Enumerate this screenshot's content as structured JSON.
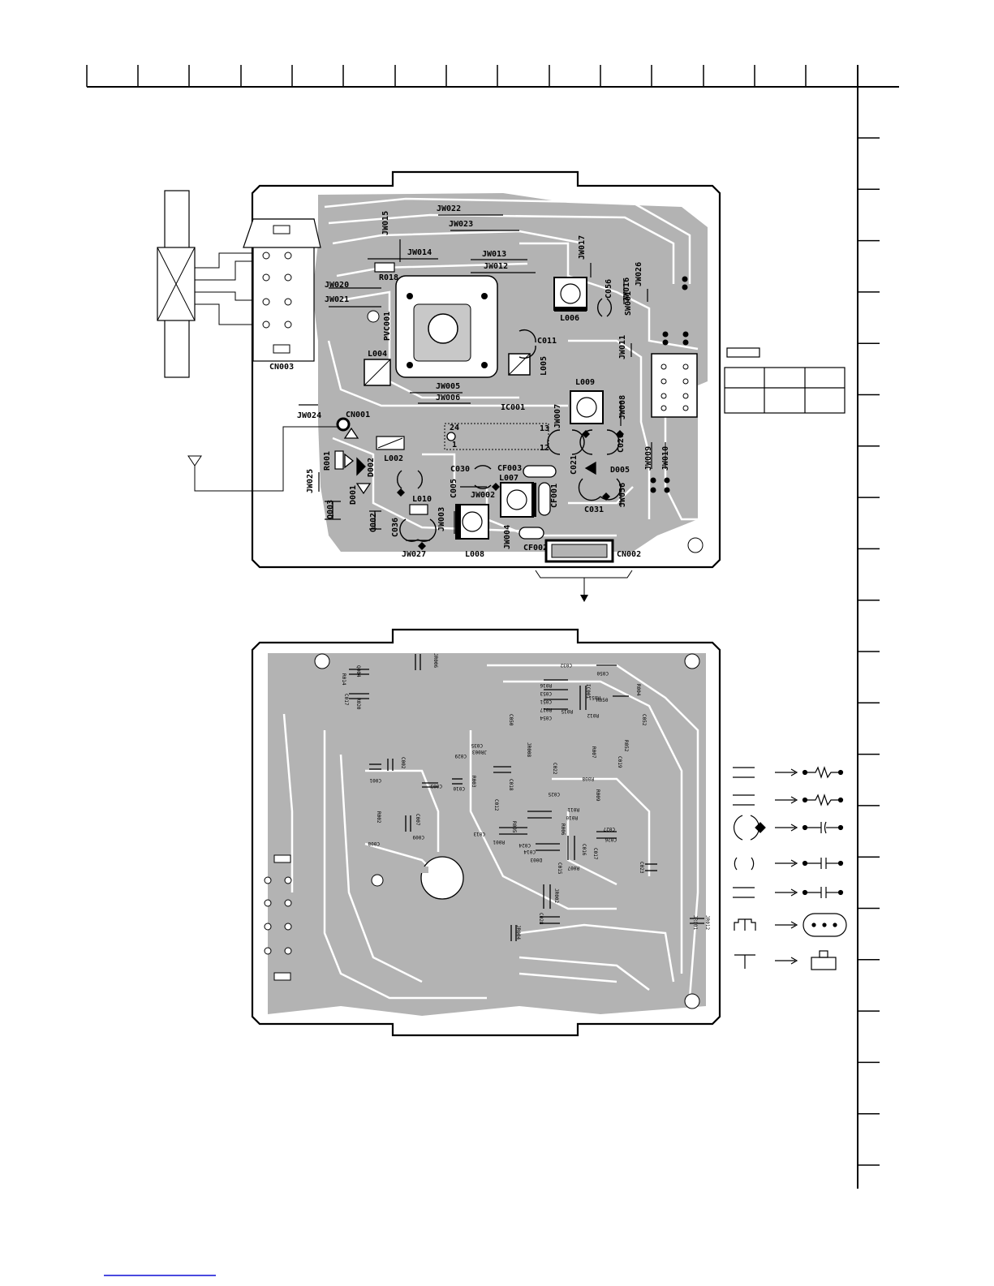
{
  "top_board": {
    "jumpers": [
      {
        "text": "JW022"
      },
      {
        "text": "JW023"
      },
      {
        "text": "JW015"
      },
      {
        "text": "JW014"
      },
      {
        "text": "JW013"
      },
      {
        "text": "JW012"
      },
      {
        "text": "JW017"
      },
      {
        "text": "JW026"
      },
      {
        "text": "JW016"
      },
      {
        "text": "JW020"
      },
      {
        "text": "JW021"
      },
      {
        "text": "JW011"
      },
      {
        "text": "JW005"
      },
      {
        "text": "JW006"
      },
      {
        "text": "JW008"
      },
      {
        "text": "JW007"
      },
      {
        "text": "JW024"
      },
      {
        "text": "JW025"
      },
      {
        "text": "JW002"
      },
      {
        "text": "JW003"
      },
      {
        "text": "JW004"
      },
      {
        "text": "JW027"
      },
      {
        "text": "JW009"
      },
      {
        "text": "JW010"
      },
      {
        "text": "JW056"
      }
    ],
    "components": [
      {
        "text": "R018"
      },
      {
        "text": "PVC001"
      },
      {
        "text": "C056"
      },
      {
        "text": "L006"
      },
      {
        "text": "SW001"
      },
      {
        "text": "C011"
      },
      {
        "text": "L004"
      },
      {
        "text": "L005"
      },
      {
        "text": "L009"
      },
      {
        "text": "IC001"
      },
      {
        "text": "CN001"
      },
      {
        "text": "CN003"
      },
      {
        "text": "L002"
      },
      {
        "text": "R001"
      },
      {
        "text": "D002"
      },
      {
        "text": "C020"
      },
      {
        "text": "C021"
      },
      {
        "text": "D005"
      },
      {
        "text": "C030"
      },
      {
        "text": "CF003"
      },
      {
        "text": "C005"
      },
      {
        "text": "L007"
      },
      {
        "text": "CF001"
      },
      {
        "text": "L010"
      },
      {
        "text": "D001"
      },
      {
        "text": "Q003"
      },
      {
        "text": "Q002"
      },
      {
        "text": "C036"
      },
      {
        "text": "C031"
      },
      {
        "text": "L008"
      },
      {
        "text": "CF002"
      },
      {
        "text": "CN002"
      },
      {
        "text": "24"
      },
      {
        "text": "13"
      },
      {
        "text": "1"
      },
      {
        "text": "12"
      }
    ]
  },
  "bottom_board": {
    "components": [
      {
        "text": "R014"
      },
      {
        "text": "Q004"
      },
      {
        "text": "C017"
      },
      {
        "text": "R020"
      },
      {
        "text": "JR006"
      },
      {
        "text": "C032"
      },
      {
        "text": "R004"
      },
      {
        "text": "C050"
      },
      {
        "text": "R016"
      },
      {
        "text": "C053"
      },
      {
        "text": "C051"
      },
      {
        "text": "R017"
      },
      {
        "text": "C054"
      },
      {
        "text": "IC001"
      },
      {
        "text": "R015"
      },
      {
        "text": "R051"
      },
      {
        "text": "R012"
      },
      {
        "text": "C052"
      },
      {
        "text": "R050"
      },
      {
        "text": "C050"
      },
      {
        "text": "C035"
      },
      {
        "text": "C029"
      },
      {
        "text": "JR003"
      },
      {
        "text": "JR008"
      },
      {
        "text": "R052"
      },
      {
        "text": "R007"
      },
      {
        "text": "C019"
      },
      {
        "text": "C001"
      },
      {
        "text": "C002"
      },
      {
        "text": "C003"
      },
      {
        "text": "C010"
      },
      {
        "text": "R003"
      },
      {
        "text": "C018"
      },
      {
        "text": "C022"
      },
      {
        "text": "R008"
      },
      {
        "text": "C025"
      },
      {
        "text": "R009"
      },
      {
        "text": "R011"
      },
      {
        "text": "R010"
      },
      {
        "text": "C012"
      },
      {
        "text": "R002"
      },
      {
        "text": "C007"
      },
      {
        "text": "C009"
      },
      {
        "text": "C008"
      },
      {
        "text": "C013"
      },
      {
        "text": "R005"
      },
      {
        "text": "C024"
      },
      {
        "text": "R006"
      },
      {
        "text": "R001"
      },
      {
        "text": "C014"
      },
      {
        "text": "D003"
      },
      {
        "text": "C027"
      },
      {
        "text": "C026"
      },
      {
        "text": "C015"
      },
      {
        "text": "C016"
      },
      {
        "text": "C017"
      },
      {
        "text": "R007"
      },
      {
        "text": "C023"
      },
      {
        "text": "JR002"
      },
      {
        "text": "JR004"
      },
      {
        "text": "C028"
      },
      {
        "text": "JR001"
      },
      {
        "text": "JR012"
      }
    ]
  }
}
